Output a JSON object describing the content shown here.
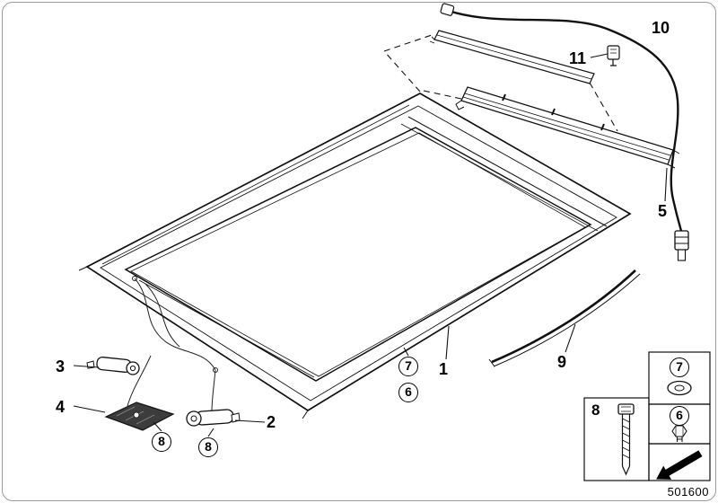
{
  "diagram": {
    "drawing_number": "501600",
    "callouts": {
      "c1": "1",
      "c2": "2",
      "c3": "3",
      "c4": "4",
      "c5": "5",
      "c6": "6",
      "c7": "7",
      "c8": "8",
      "c9": "9",
      "c10": "10",
      "c11": "11"
    },
    "legend": {
      "screw": "8",
      "washer": "7",
      "bolt": "6"
    },
    "colors": {
      "line": "#111111",
      "bracket_fill": "#3c3c3c",
      "arrow_fill": "#000000"
    }
  }
}
